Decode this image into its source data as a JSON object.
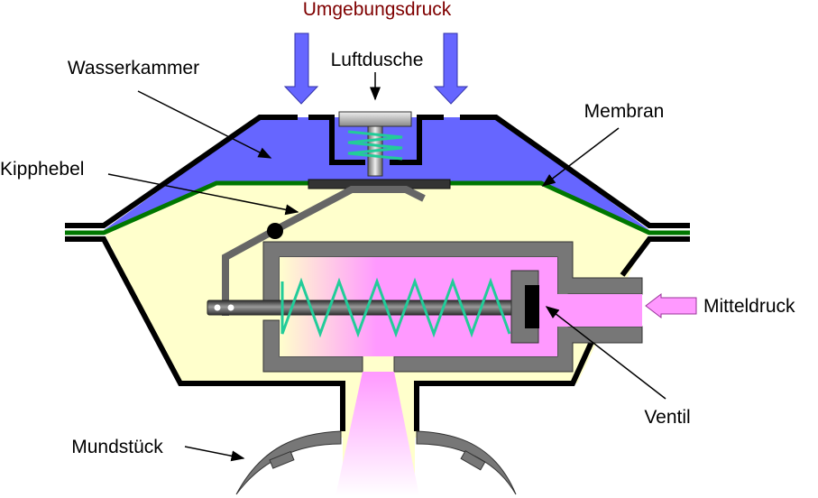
{
  "diagram": {
    "title": "Umgebungsdruck",
    "labels": {
      "luftdusche": "Luftdusche",
      "wasserkammer": "Wasserkammer",
      "membran": "Membran",
      "kipphebel": "Kipphebel",
      "mitteldruck": "Mitteldruck",
      "ventil": "Ventil",
      "mundstueck": "Mundstück"
    },
    "colors": {
      "water_chamber": "#6666ff",
      "air_chamber": "#ffffcc",
      "membrane": "#007700",
      "housing": "#000000",
      "valve_body": "#777777",
      "medium_pressure": "#ff99ff",
      "spring": "#22cc99",
      "title": "#7f0000",
      "pressure_arrow": "#6666ff"
    }
  }
}
